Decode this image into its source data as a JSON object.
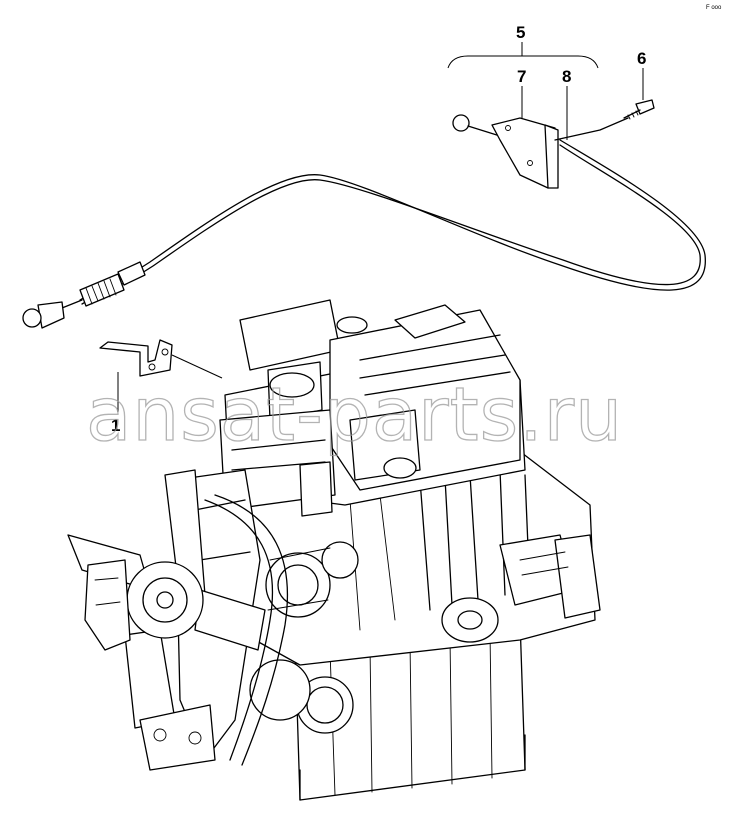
{
  "diagram": {
    "callouts": {
      "part_1": "1",
      "part_5": "5",
      "part_6": "6",
      "part_7": "7",
      "part_8": "8"
    },
    "watermark_text": "ansat-parts.ru",
    "corner_code": "F ooo"
  },
  "colors": {
    "line": "#000000",
    "background": "#ffffff",
    "watermark": "#9a9a9a"
  }
}
